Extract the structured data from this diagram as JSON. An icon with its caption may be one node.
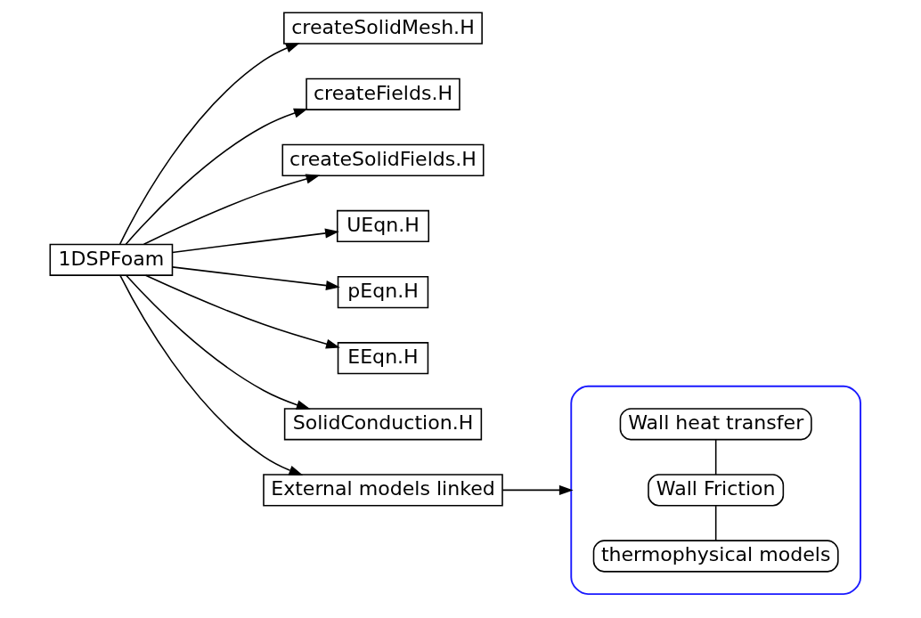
{
  "diagram": {
    "nodes": [
      {
        "text": [
          "1DSPFoam"
        ]
      },
      {
        "text": [
          "createSolidMesh.H"
        ]
      },
      {
        "text": [
          "createFields.H"
        ]
      },
      {
        "text": [
          "createSolidFields.H"
        ]
      },
      {
        "text": [
          "UEqn.H"
        ]
      },
      {
        "text": [
          "pEqn.H"
        ]
      },
      {
        "text": [
          "EEqn.H"
        ]
      },
      {
        "text": [
          "SolidConduction.H"
        ]
      },
      {
        "text": [
          "External models linked"
        ]
      },
      {
        "text": [],
        "shape": "box"
      },
      {
        "text": [
          "thermophysical models"
        ],
        "in": 9
      },
      {
        "text": [
          "Wall Friction"
        ],
        "in": 9
      },
      {
        "text": [
          "Wall heat transfer"
        ],
        "in": 9
      }
    ],
    "edges": [
      {
        "from": 0,
        "to": 1,
        "arrow": "to"
      },
      {
        "from": 0,
        "to": 2,
        "arrow": "to"
      },
      {
        "from": 0,
        "to": 3,
        "arrow": "to"
      },
      {
        "from": 0,
        "to": 4,
        "arrow": "to"
      },
      {
        "from": 0,
        "to": 5,
        "arrow": "to"
      },
      {
        "from": 0,
        "to": 6,
        "arrow": "to"
      },
      {
        "from": 0,
        "to": 7,
        "arrow": "to"
      },
      {
        "from": 0,
        "to": 8,
        "arrow": "to"
      },
      {
        "from": 8,
        "to": 9,
        "arrow": "to"
      },
      {
        "from": 10,
        "to": 11,
        "arrow": "none"
      },
      {
        "from": 11,
        "to": 12,
        "arrow": "none"
      }
    ]
  }
}
